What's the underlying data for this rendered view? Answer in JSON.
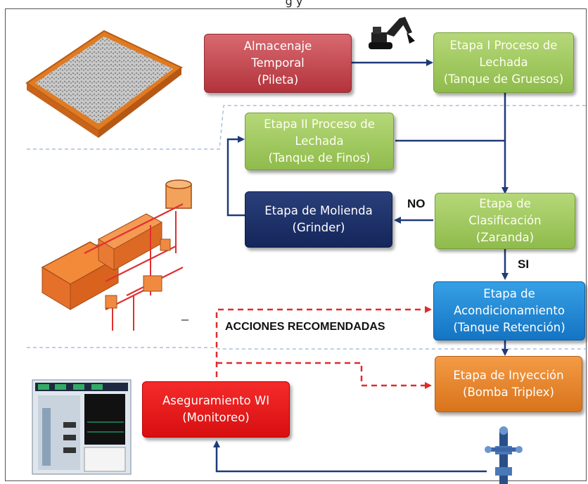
{
  "header": {
    "title_fragment": "g                    y"
  },
  "nodes": {
    "almacenaje": {
      "line1": "Almacenaje",
      "line2": "Temporal",
      "line3": "(Pileta)"
    },
    "etapa1": {
      "line1": "Etapa I Proceso de",
      "line2": "Lechada",
      "line3": "(Tanque de Gruesos)"
    },
    "etapa2": {
      "line1": "Etapa II Proceso de",
      "line2": "Lechada",
      "line3": "(Tanque de Finos)"
    },
    "molienda": {
      "line1": "Etapa de Molienda",
      "line2": "(Grinder)"
    },
    "clasificacion": {
      "line1": "Etapa de",
      "line2": "Clasificación",
      "line3": "(Zaranda)"
    },
    "acondicionamiento": {
      "line1": "Etapa de",
      "line2": "Acondicionamiento",
      "line3": "(Tanque Retención)"
    },
    "inyeccion": {
      "line1": "Etapa de Inyección",
      "line2": "(Bomba Triplex)"
    },
    "aseguramiento": {
      "line1": "Aseguramiento WI",
      "line2": "(Monitoreo)"
    }
  },
  "labels": {
    "no": "NO",
    "si": "SI",
    "acciones": "ACCIONES RECOMENDADAS"
  },
  "colors": {
    "arrow": "#1f3a7a",
    "dashed": "#e02b2b",
    "separator": "#9ab0d6"
  }
}
